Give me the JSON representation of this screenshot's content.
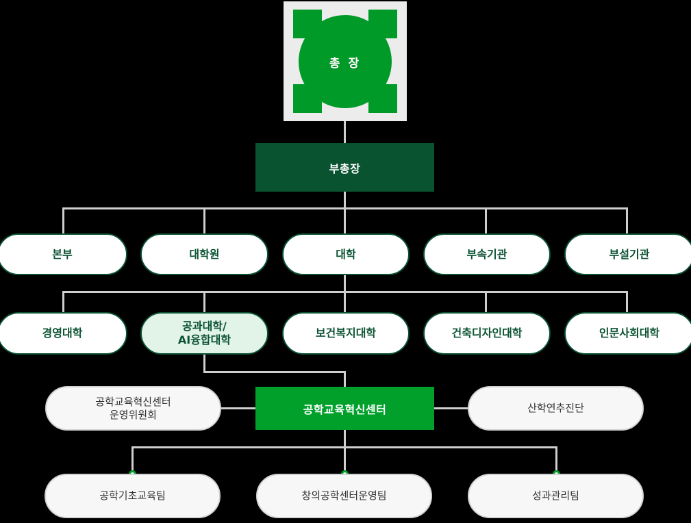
{
  "chart": {
    "title": "University Organization Chart",
    "colors": {
      "bright_green": "#00A02B",
      "dark_green": "#0A5331",
      "outline_green": "#0B5233",
      "active_fill": "#e2f3e7",
      "connector_gray": "#cfcfcf",
      "gray_pill_fill": "#f7f7f7",
      "gray_pill_border": "#d2d2d2",
      "background": "#000000"
    }
  },
  "nodes": {
    "president": {
      "label": "총 장"
    },
    "vice_president": {
      "label": "부총장"
    },
    "divisions": [
      {
        "label": "본부"
      },
      {
        "label": "대학원"
      },
      {
        "label": "대학"
      },
      {
        "label": "부속기관"
      },
      {
        "label": "부설기관"
      }
    ],
    "colleges": [
      {
        "label": "경영대학",
        "active": false
      },
      {
        "label_line1": "공과대학/",
        "label_line2": "AI융합대학",
        "active": true
      },
      {
        "label": "보건복지대학",
        "active": false
      },
      {
        "label": "건축디자인대학",
        "active": false
      },
      {
        "label": "인문사회대학",
        "active": false
      }
    ],
    "center_row": {
      "left": {
        "label_line1": "공학교육혁신센터",
        "label_line2": "운영위원회"
      },
      "middle": {
        "label": "공학교육혁신센터"
      },
      "right": {
        "label": "산학연추진단"
      }
    },
    "teams": [
      {
        "label": "공학기초교육팀"
      },
      {
        "label": "창의공학센터운영팀"
      },
      {
        "label": "성과관리팀"
      }
    ]
  }
}
